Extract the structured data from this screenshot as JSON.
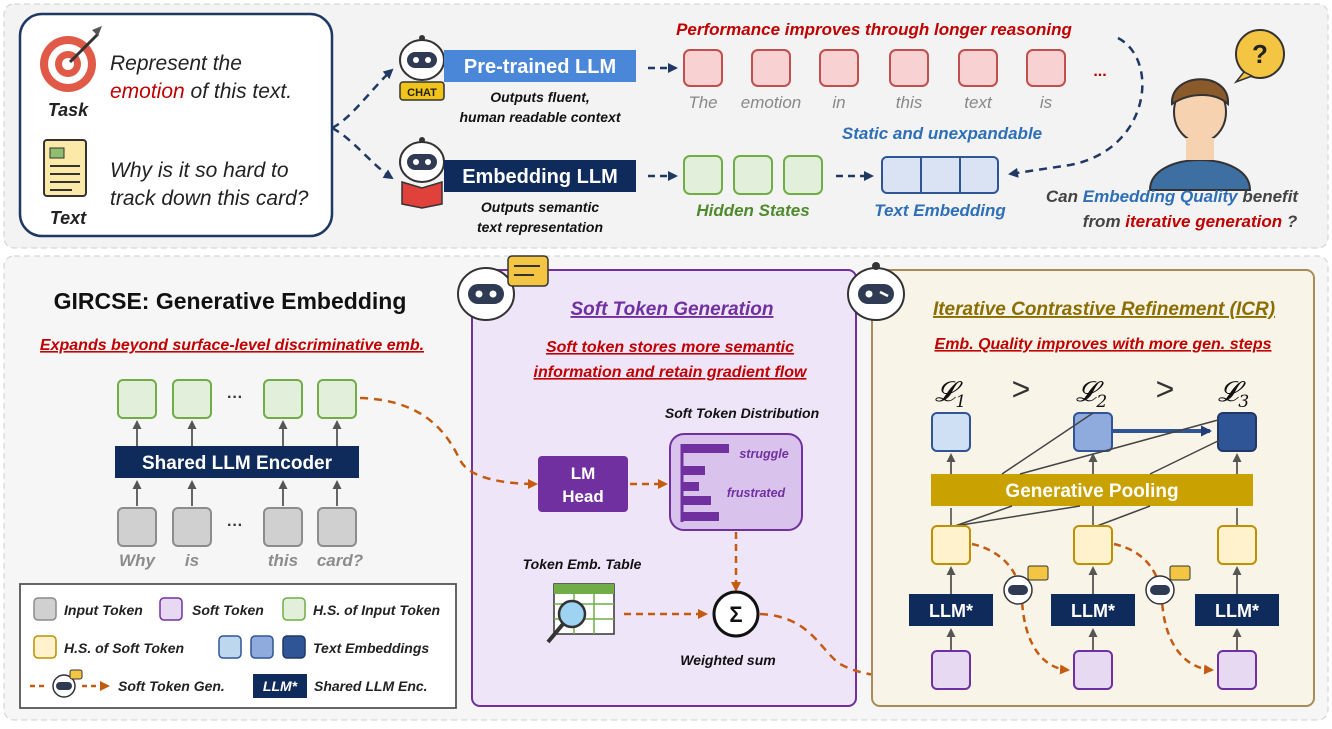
{
  "top": {
    "task_label": "Task",
    "task_text_1": "Represent the",
    "task_text_2a": "emotion",
    "task_text_2b": " of this text.",
    "text_label": "Text",
    "text_text_1": "Why is it so hard to",
    "text_text_2": "track down this card?",
    "chat_badge": "CHAT",
    "pretrained_llm": "Pre-trained LLM",
    "pretrained_desc_1": "Outputs fluent,",
    "pretrained_desc_2": "human readable context",
    "embedding_llm": "Embedding LLM",
    "embedding_desc_1": "Outputs semantic",
    "embedding_desc_2": "text representation",
    "performance_note": "Performance improves through longer reasoning",
    "token_words": [
      "The",
      "emotion",
      "in",
      "this",
      "text",
      "is"
    ],
    "ellipsis": "...",
    "static_note": "Static and unexpandable",
    "hidden_states": "Hidden States",
    "text_embedding": "Text Embedding",
    "question_1a": "Can ",
    "question_1b": "Embedding Quality",
    "question_1c": " benefit",
    "question_2a": "from ",
    "question_2b": "iterative generation",
    "question_2c": " ?",
    "question_mark": "?"
  },
  "left": {
    "title": "GIRCSE: Generative Embedding",
    "subtitle": "Expands beyond surface-level discriminative emb.",
    "encoder": "Shared LLM Encoder",
    "dots": "···",
    "input_words": [
      "Why",
      "is",
      "this",
      "card?"
    ]
  },
  "legend": {
    "input_token": "Input Token",
    "soft_token": "Soft Token",
    "hs_input": "H.S. of Input Token",
    "hs_soft": "H.S. of Soft Token",
    "text_embeddings": "Text Embeddings",
    "soft_token_gen": "Soft Token Gen.",
    "llm_star": "LLM*",
    "shared_llm_enc": "Shared LLM Enc."
  },
  "middle": {
    "title": "Soft Token Generation",
    "note_1": "Soft token stores more semantic",
    "note_2": "information and retain gradient flow",
    "lm_head_1": "LM",
    "lm_head_2": "Head",
    "dist_title": "Soft Token Distribution",
    "dist_word_1": "struggle",
    "dist_word_2": "frustrated",
    "table_title": "Token Emb. Table",
    "sigma": "Σ",
    "weighted_sum": "Weighted sum"
  },
  "right": {
    "title": "Iterative Contrastive Refinement (ICR)",
    "note": "Emb. Quality improves with more gen. steps",
    "loss_1": "𝓛",
    "loss_2": "𝓛",
    "loss_3": "𝓛",
    "sub_1": "1",
    "sub_2": "2",
    "sub_3": "3",
    "gt_1": ">",
    "gt_2": ">",
    "pooling": "Generative Pooling",
    "llm_1": "LLM*",
    "llm_2": "LLM*",
    "llm_3": "LLM*"
  },
  "colors": {
    "red": "#c00000",
    "navy": "#0f2b5c",
    "blue": "#4b87d9",
    "green_text": "#4f8a2c",
    "blue_text": "#2e6fb8",
    "purple": "#7030a0",
    "gold": "#c9a100",
    "olive": "#8a6e00"
  }
}
